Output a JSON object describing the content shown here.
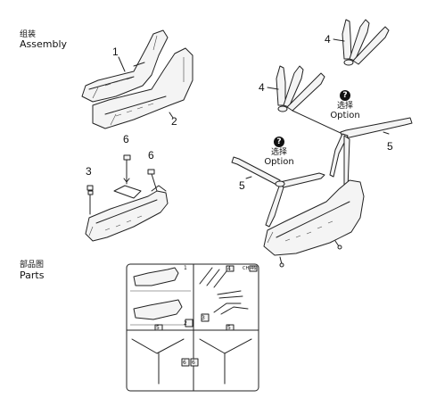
{
  "sections": {
    "assembly_cn": "组装",
    "assembly_en": "Assembly",
    "parts_cn": "部品图",
    "parts_en": "Parts"
  },
  "callouts": {
    "n1": "1",
    "n2": "2",
    "n3": "3",
    "n6a": "6",
    "n6b": "6",
    "n4a": "4",
    "n4b": "4",
    "n5a": "5",
    "n5b": "5"
  },
  "options": {
    "badge": "?",
    "cn": "选择",
    "en": "Option"
  },
  "sprue": {
    "tag": "CH-46",
    "part_labels": [
      "1",
      "2",
      "3",
      "4",
      "5",
      "5",
      "6",
      "6"
    ]
  }
}
